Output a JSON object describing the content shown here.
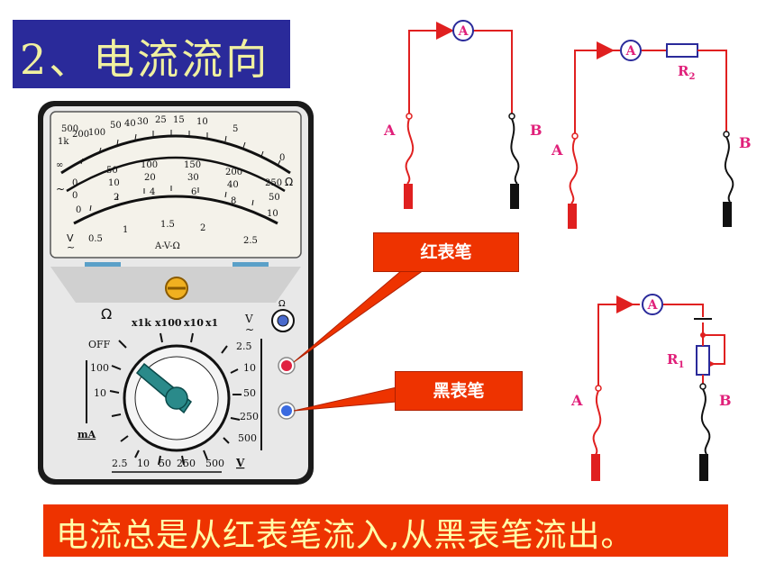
{
  "title": "2、电流流向",
  "callouts": {
    "red_probe": "红表笔",
    "black_probe": "黑表笔"
  },
  "conclusion": "电流总是从红表笔流入,从黑表笔流出。",
  "meter": {
    "ohm_scale": [
      "∞",
      "1k",
      "500",
      "200",
      "100",
      "50",
      "40",
      "30",
      "25",
      "15",
      "10",
      "5",
      "0"
    ],
    "dc_scale_1": [
      "0",
      "50",
      "100",
      "150",
      "200",
      "250"
    ],
    "dc_scale_2": [
      "0",
      "10",
      "20",
      "30",
      "40",
      "50"
    ],
    "dc_scale_3": [
      "0",
      "2",
      "4",
      "6",
      "8",
      "10"
    ],
    "ac_scale": [
      "0.5",
      "1",
      "1.5",
      "2",
      "2.5"
    ],
    "unit_label": "A-V-Ω",
    "ohm_symbol": "Ω",
    "range_labels_top": [
      "x1k",
      "x100",
      "x10",
      "x1"
    ],
    "range_labels_left": [
      "OFF",
      "100",
      "10",
      "mA"
    ],
    "range_labels_right": [
      "2.5",
      "10",
      "50",
      "250",
      "500"
    ],
    "range_labels_bottom": [
      "2.5",
      "10",
      "50",
      "250",
      "500"
    ],
    "v_label": "V",
    "v_ac_label": "V~",
    "dc_sym": "V",
    "ac_sym": "~"
  },
  "circuits": {
    "c1": {
      "meter": "A",
      "left": "A",
      "right": "B"
    },
    "c2": {
      "meter": "A",
      "resistor": "R",
      "resistor_sub": "2",
      "left": "A",
      "right": "B"
    },
    "c3": {
      "meter": "A",
      "resistor": "R",
      "resistor_sub": "1",
      "left": "A",
      "right": "B"
    }
  },
  "colors": {
    "title_bg": "#2a2a9a",
    "title_fg": "#f0f0a0",
    "callout_bg": "#ee3300",
    "bar_bg": "#ee3300",
    "bar_fg": "#ffffaa",
    "wire_red": "#e02020",
    "label_pink": "#e0207a",
    "meter_blue": "#2a2a9a"
  }
}
